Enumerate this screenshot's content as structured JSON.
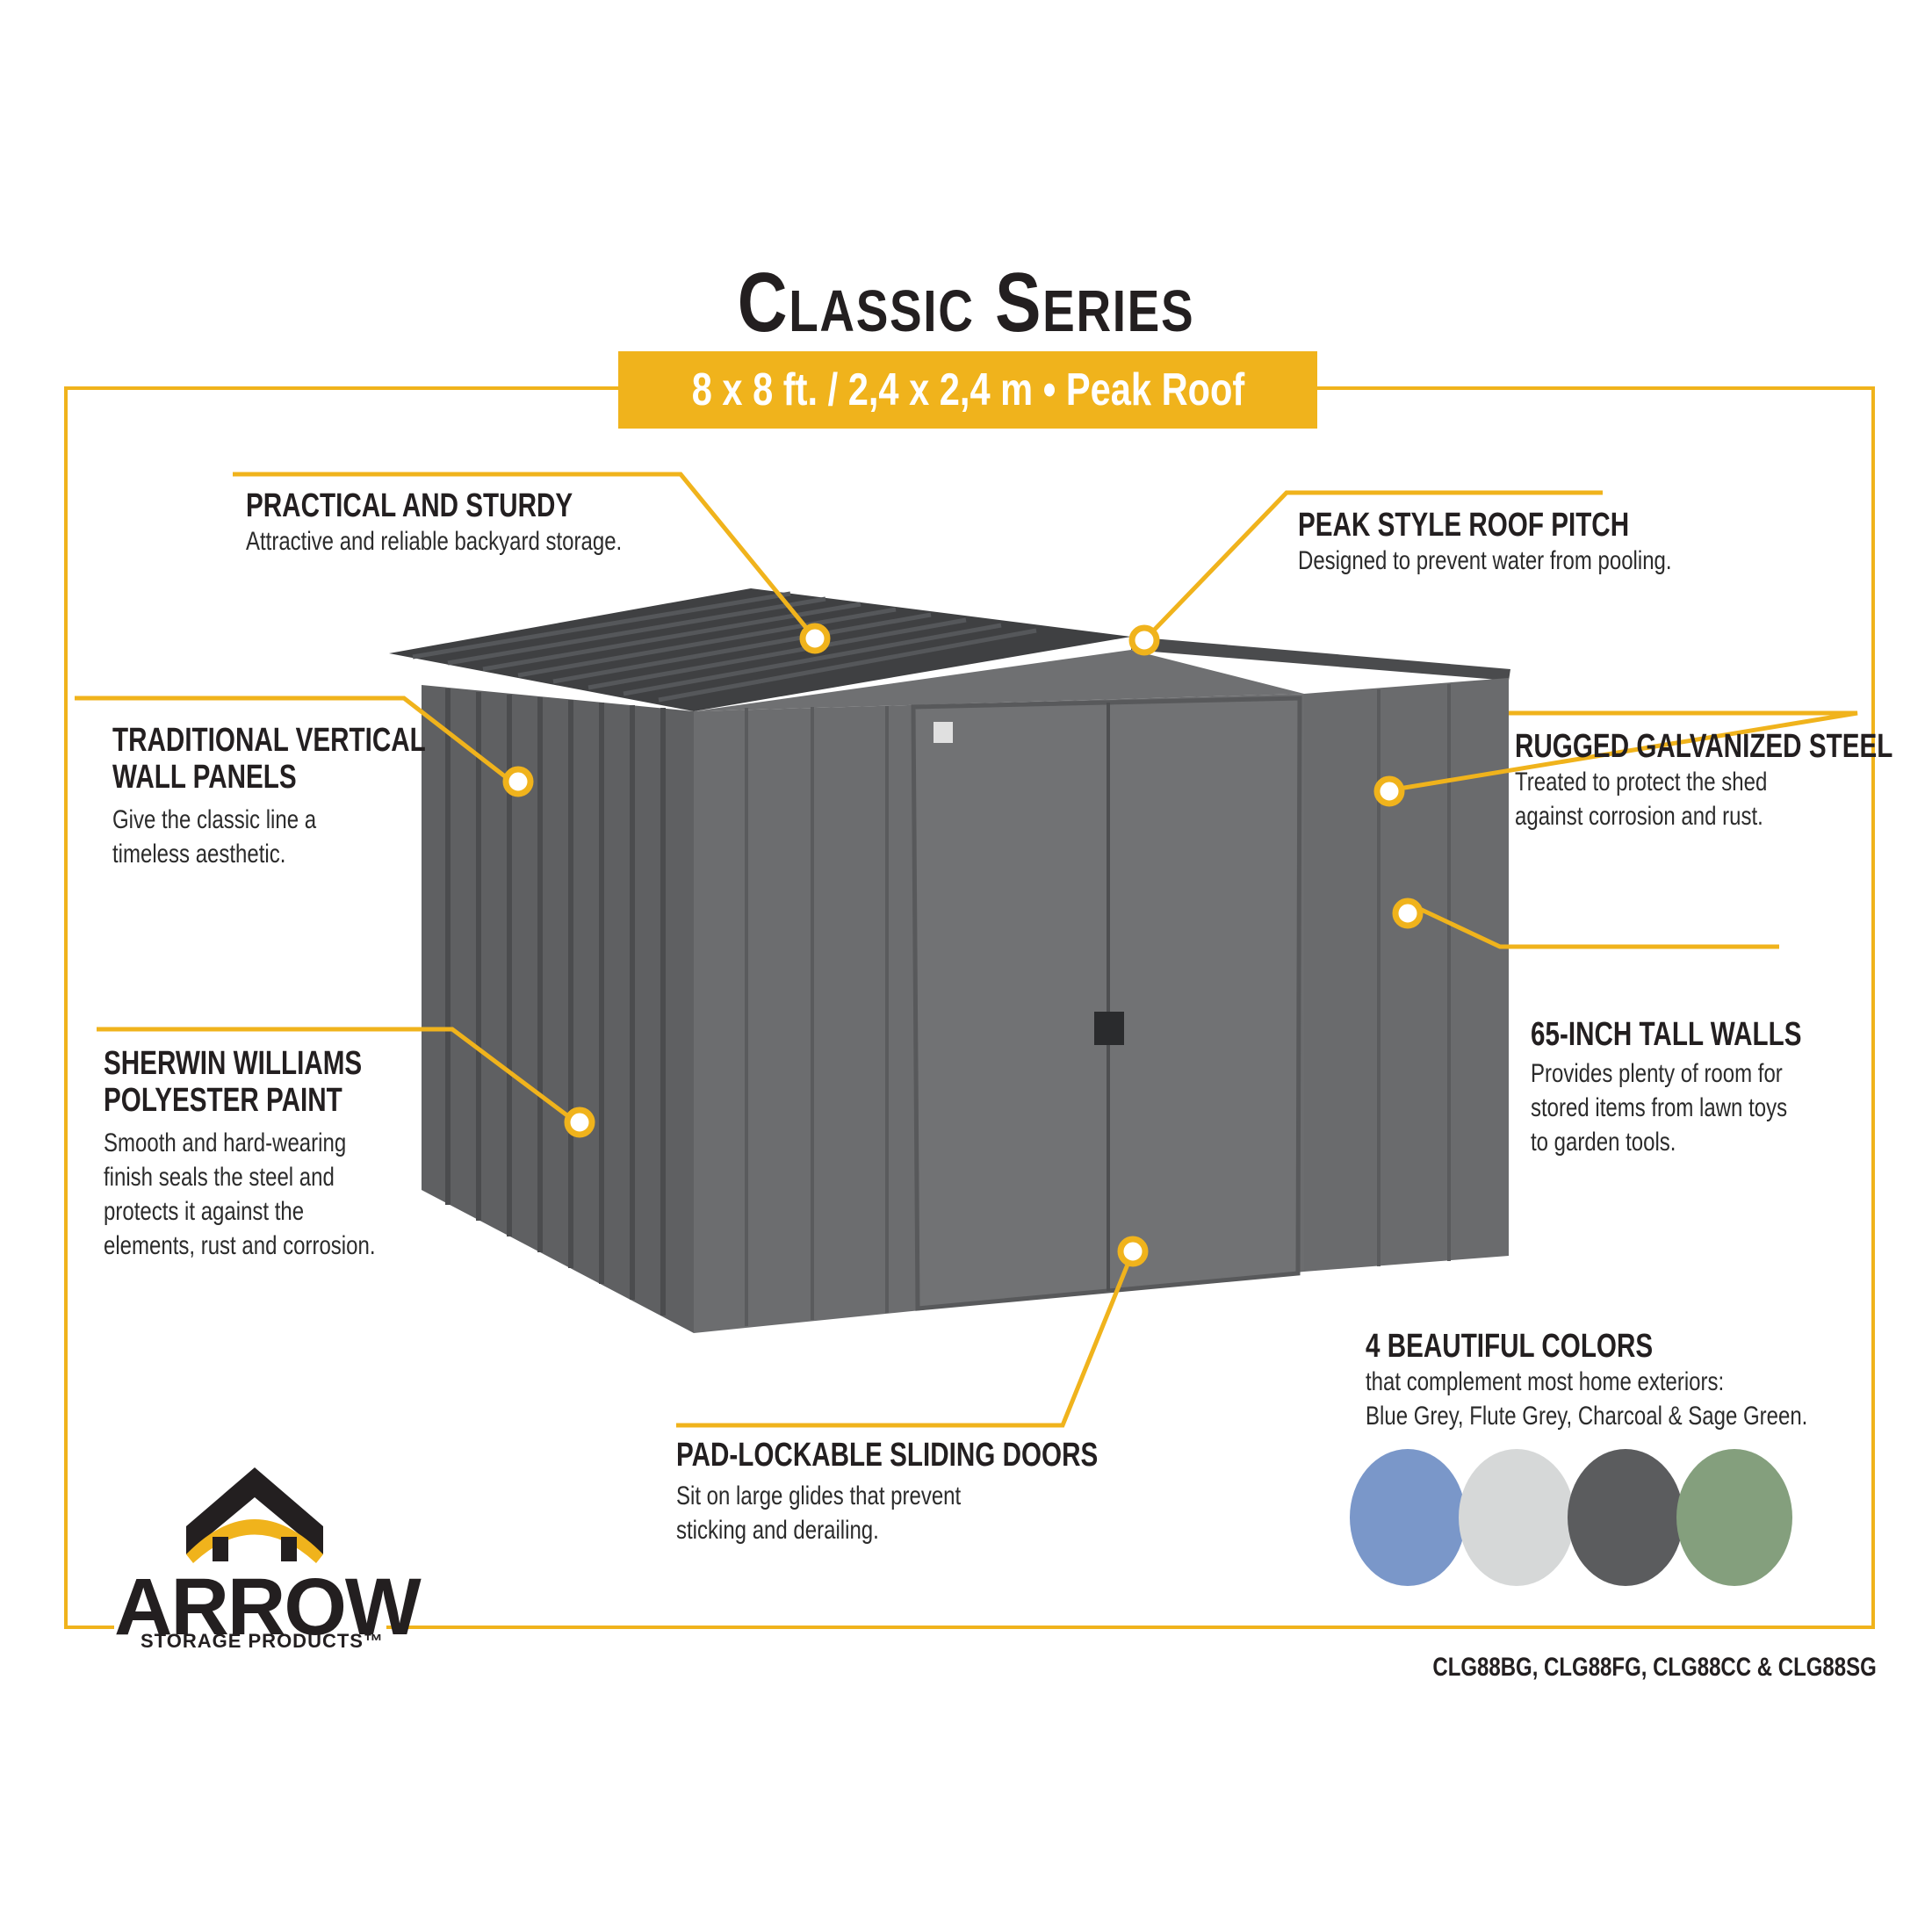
{
  "title": "Classic Series",
  "subtitle": "8 x 8 ft. / 2,4 x 2,4 m  •  Peak Roof",
  "features": {
    "practical": {
      "heading": "PRACTICAL AND STURDY",
      "lines": [
        "Attractive and reliable backyard storage."
      ]
    },
    "roof_pitch": {
      "heading": "PEAK STYLE ROOF PITCH",
      "lines": [
        "Designed to prevent water from pooling."
      ]
    },
    "vertical_panels": {
      "heading_lines": [
        "TRADITIONAL VERTICAL",
        "WALL PANELS"
      ],
      "lines": [
        "Give the classic line a",
        "timeless aesthetic."
      ]
    },
    "galvanized": {
      "heading": "RUGGED GALVANIZED STEEL",
      "lines": [
        "Treated to protect the shed",
        "against corrosion and rust."
      ]
    },
    "paint": {
      "heading_lines": [
        "SHERWIN WILLIAMS",
        "POLYESTER PAINT"
      ],
      "lines": [
        "Smooth and hard-wearing",
        "finish seals the steel and",
        "protects it against the",
        "elements, rust and corrosion."
      ]
    },
    "walls": {
      "heading": "65-INCH TALL WALLS",
      "lines": [
        "Provides plenty of room for",
        "stored items from lawn toys",
        "to garden tools."
      ]
    },
    "doors": {
      "heading": "PAD-LOCKABLE SLIDING DOORS",
      "lines": [
        "Sit on large glides that prevent",
        "sticking and derailing."
      ]
    },
    "colors": {
      "heading": "4 BEAUTIFUL COLORS",
      "lines": [
        "that complement most home exteriors:",
        "Blue Grey, Flute Grey, Charcoal & Sage Green."
      ]
    }
  },
  "swatches": [
    {
      "name": "Blue Grey",
      "color": "#7a97c9"
    },
    {
      "name": "Flute Grey",
      "color": "#d6d8d8"
    },
    {
      "name": "Charcoal",
      "color": "#5b5c5e"
    },
    {
      "name": "Sage Green",
      "color": "#849f7d"
    }
  ],
  "logo": {
    "word": "ARROW",
    "sub": "STORAGE PRODUCTS™"
  },
  "models": "CLG88BG, CLG88FG, CLG88CC & CLG88SG",
  "colors": {
    "accent": "#f0b31c",
    "text": "#231f20",
    "shed": "#6b6c6e"
  }
}
